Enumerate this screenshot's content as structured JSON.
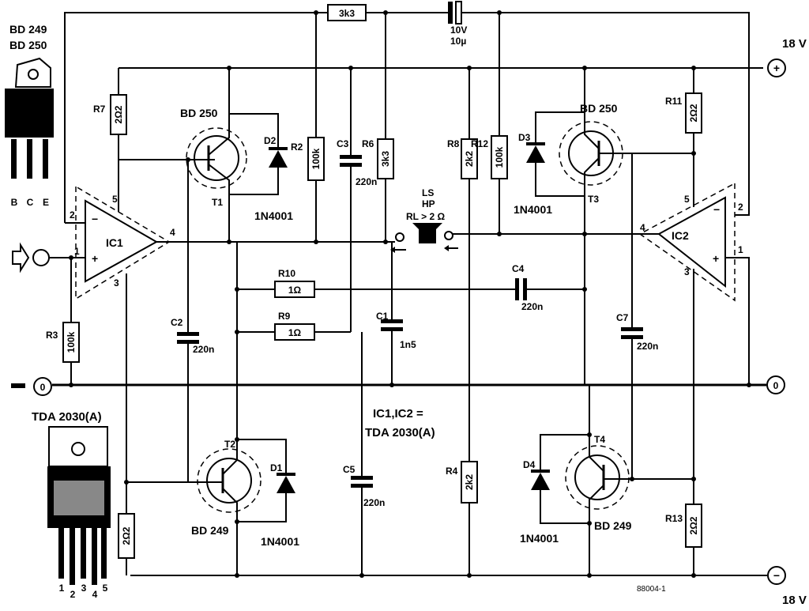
{
  "supply": {
    "plus_voltage": "18 V",
    "minus_voltage": "18 V",
    "plus_sign": "+",
    "minus_sign": "−",
    "ground_sign": "0"
  },
  "packages": {
    "transistor_types_1": "BD 249",
    "transistor_types_2": "BD 250",
    "transistor_pins": [
      "B",
      "C",
      "E"
    ],
    "ic_type": "TDA 2030(A)",
    "ic_pins": [
      "1",
      "2",
      "3",
      "4",
      "5"
    ]
  },
  "ics": [
    {
      "name": "IC1",
      "pins": [
        "1",
        "2",
        "3",
        "4",
        "5"
      ],
      "minus": "−",
      "plus": "+"
    },
    {
      "name": "IC2",
      "pins": [
        "1",
        "2",
        "3",
        "4",
        "5"
      ],
      "minus": "−",
      "plus": "+"
    }
  ],
  "ic_note": [
    "IC1,IC2 =",
    "TDA 2030(A)"
  ],
  "resistors": [
    {
      "ref": "R3",
      "value": "100k"
    },
    {
      "ref": "R7",
      "value": "2Ω2"
    },
    {
      "ref": "R2",
      "value": "100k"
    },
    {
      "ref": "R6",
      "value": "3k3"
    },
    {
      "ref": "R8",
      "value": "2k2"
    },
    {
      "ref": "R12",
      "value": "100k"
    },
    {
      "ref": "R11",
      "value": "2Ω2"
    },
    {
      "ref": "R10",
      "value": "1Ω"
    },
    {
      "ref": "R9",
      "value": "1Ω"
    },
    {
      "ref": "R4",
      "value": "2k2"
    },
    {
      "ref": "R13",
      "value": "2Ω2"
    },
    {
      "ref": "",
      "value": "3k3"
    },
    {
      "ref": "",
      "value": "2Ω2"
    }
  ],
  "capacitors": [
    {
      "ref": "C3",
      "value": "220n"
    },
    {
      "ref": "C2",
      "value": "220n"
    },
    {
      "ref": "C1",
      "value": "1n5"
    },
    {
      "ref": "C4",
      "value": "220n"
    },
    {
      "ref": "C7",
      "value": "220n"
    },
    {
      "ref": "C5",
      "value": "220n"
    },
    {
      "ref": "",
      "value": "10V",
      "value2": "10µ"
    }
  ],
  "transistors": [
    {
      "ref": "T1",
      "type": "BD 250"
    },
    {
      "ref": "T2",
      "type": "BD 249"
    },
    {
      "ref": "T3",
      "type": "BD 250"
    },
    {
      "ref": "T4",
      "type": "BD 249"
    }
  ],
  "diodes": [
    {
      "ref": "D1",
      "type": "1N4001"
    },
    {
      "ref": "D2",
      "type": "1N4001"
    },
    {
      "ref": "D3",
      "type": "1N4001"
    },
    {
      "ref": "D4",
      "type": "1N4001"
    }
  ],
  "speaker": {
    "line1": "LS",
    "line2": "HP",
    "load": "RL > 2 Ω"
  },
  "figure_code": "88004-1"
}
